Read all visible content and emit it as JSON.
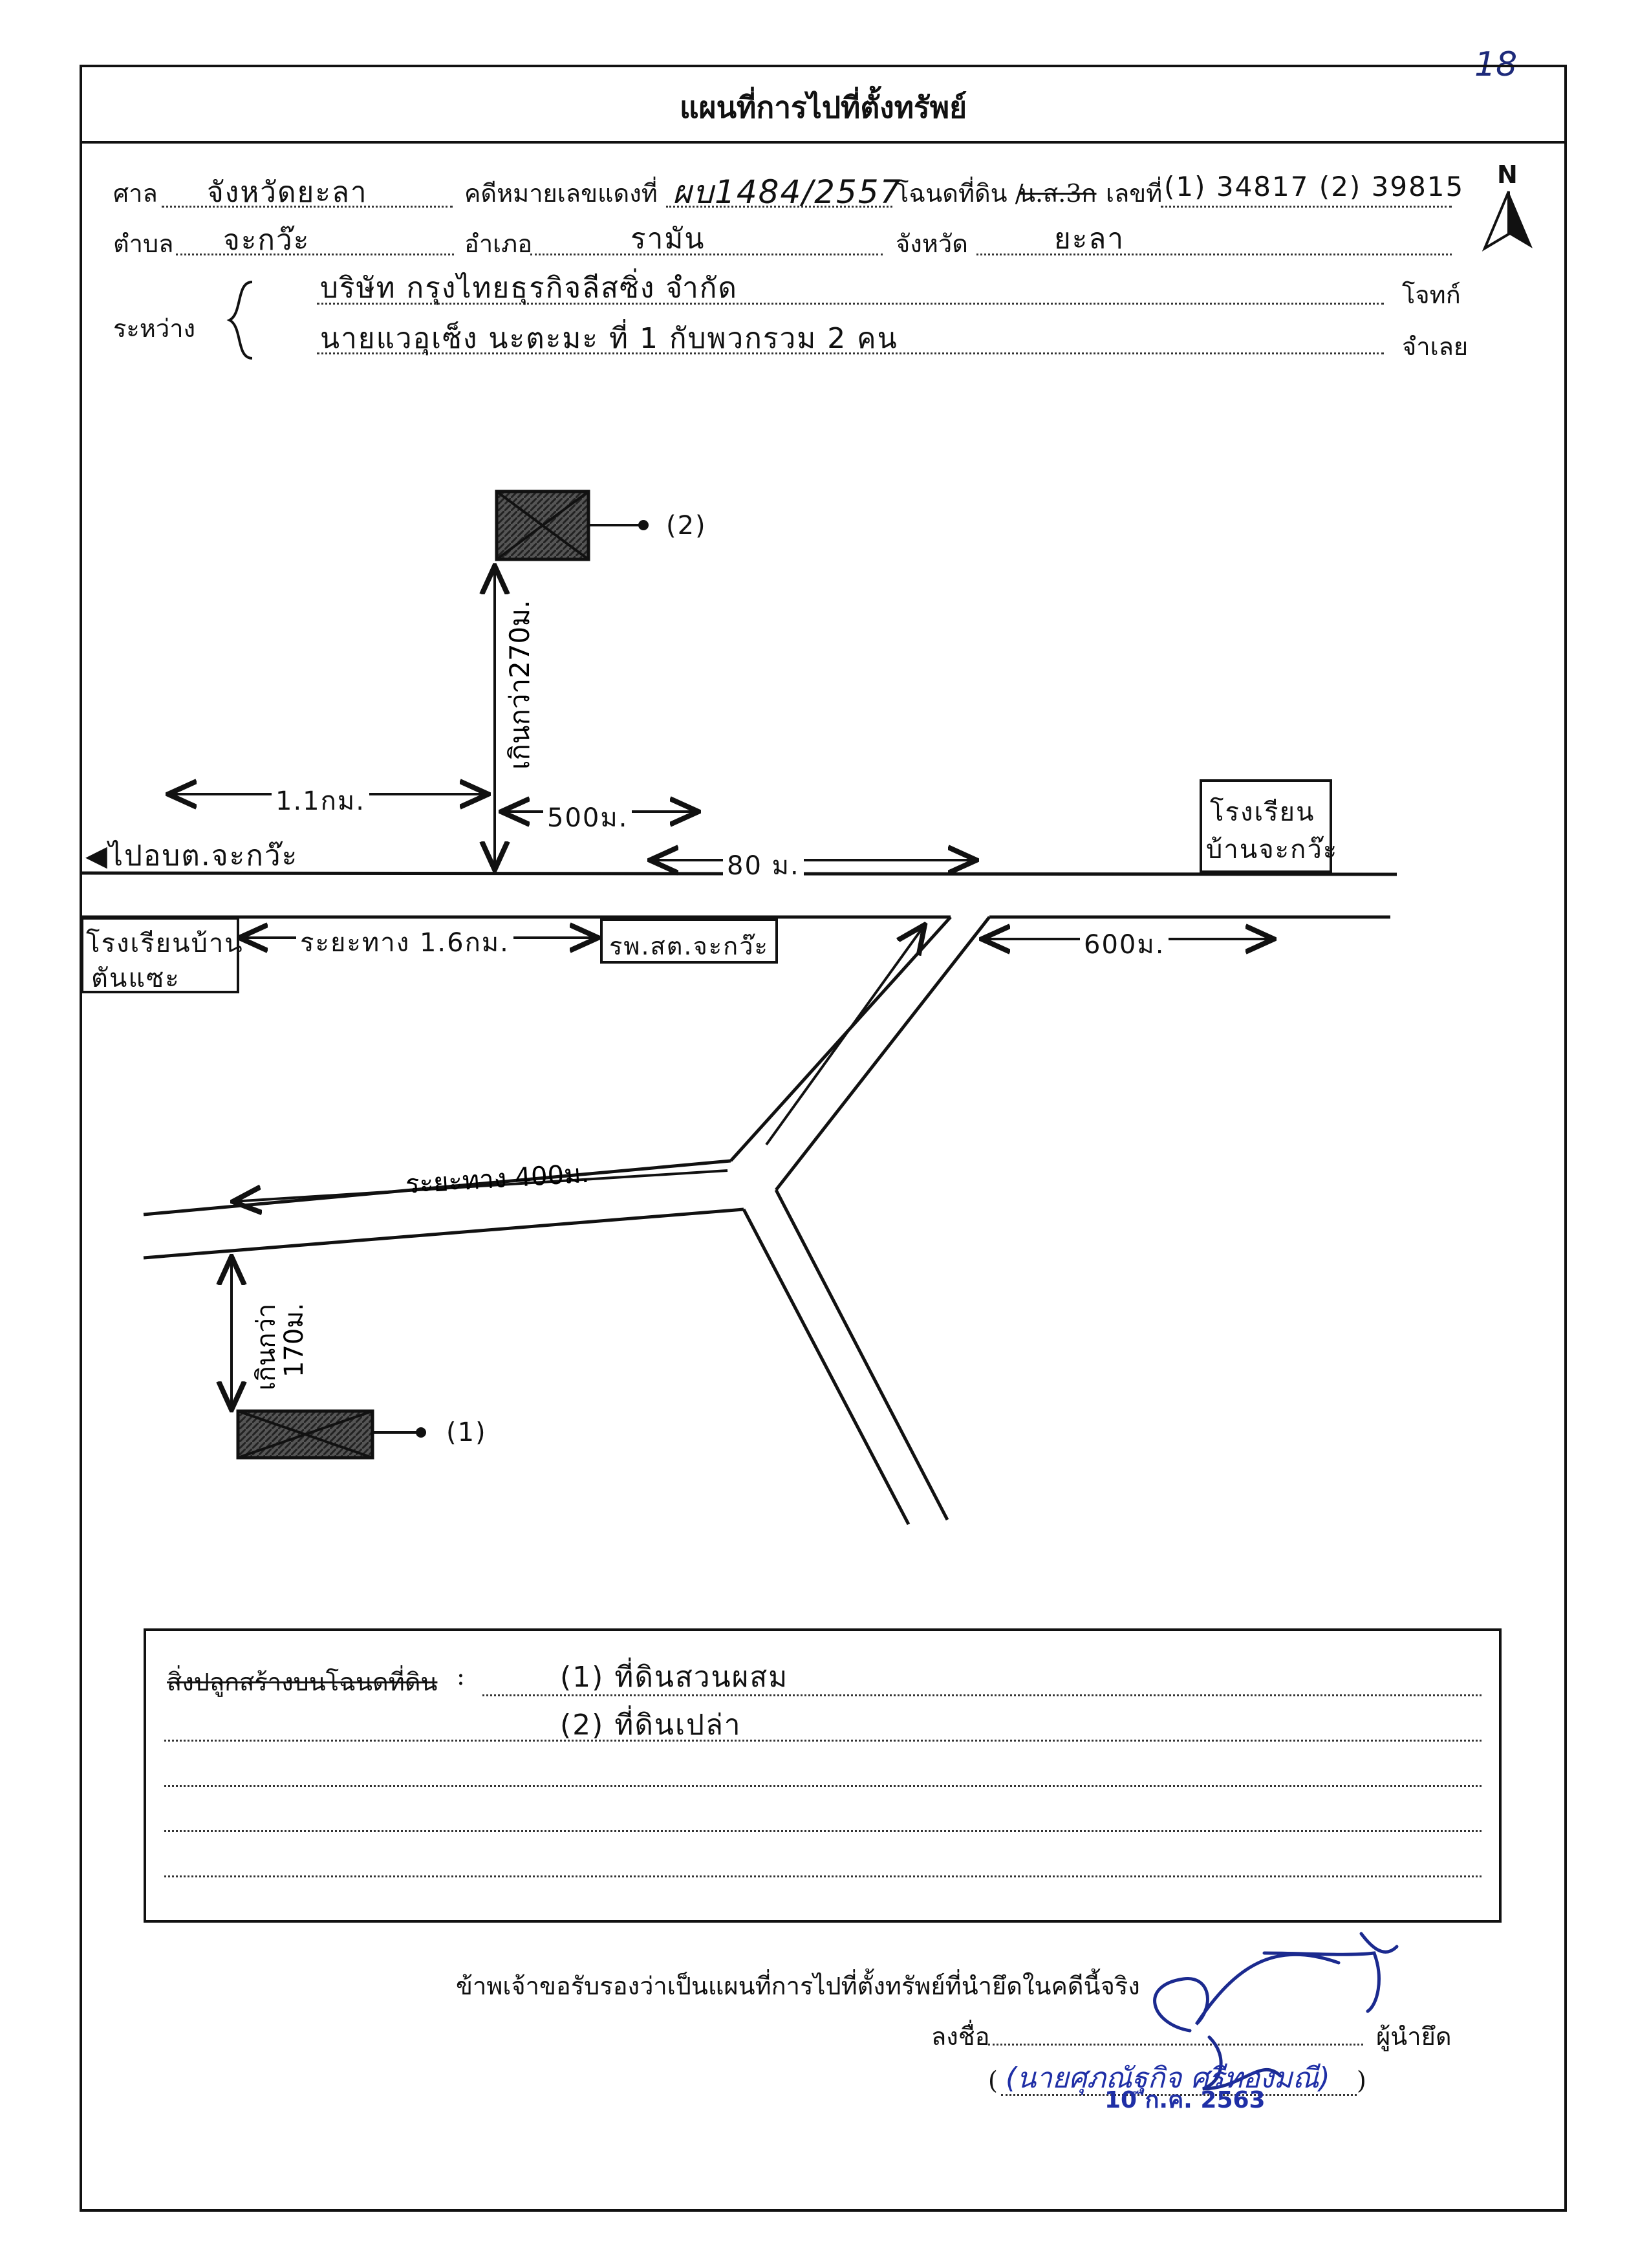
{
  "page_number": "18",
  "title": "แผนที่การไปที่ตั้งทรัพย์",
  "north_label": "N",
  "header": {
    "court_label": "ศาล",
    "court_value": "จังหวัดยะลา",
    "case_label": "คดีหมายเลขแดงที่",
    "case_value": "ผบ1484/2557",
    "deed_label": "โฉนดที่ดิน /",
    "deed_struck": "น.ส.3ก",
    "deed_no_label": "เลขที่",
    "deed_value": "(1) 34817 (2) 39815",
    "subdistrict_label": "ตำบล",
    "subdistrict_value": "จะกว๊ะ",
    "district_label": "อำเภอ",
    "district_value": "รามัน",
    "province_label": "จังหวัด",
    "province_value": "ยะลา",
    "between_label": "ระหว่าง",
    "plaintiff_value": "บริษัท กรุงไทยธุรกิจลีสซิ่ง จำกัด",
    "plaintiff_label": "โจทก์",
    "defendant_value": "นายแวอุเซ็ง นะตะมะ ที่ 1 กับพวกรวม 2 คน",
    "defendant_label": "จำเลย"
  },
  "map": {
    "plot2_label": "(2)",
    "plot1_label": "(1)",
    "dist_north": "เกินกว่า270ม.",
    "dist_1_1km": "1.1กม.",
    "dist_500m": "500ม.",
    "dist_80m": "80 ม.",
    "to_obt": "◀ไปอบต.จะกว๊ะ",
    "school_right_l1": "โรงเรียน",
    "school_right_l2": "บ้านจะกว๊ะ",
    "school_left_l1": "โรงเรียนบ้าน",
    "school_left_l2": "ตันแซะ",
    "dist_1_6km": "ระยะทาง 1.6กม.",
    "hospital": "รพ.สต.จะกว๊ะ",
    "dist_600m": "600ม.",
    "dist_400m": "ระยะทาง 400ม.",
    "dist_170m_l1": "เกินกว่า",
    "dist_170m_l2": "170ม."
  },
  "buildings": {
    "label_struck": "สิ่งปลูกสร้างบนโฉนดที่ดิน",
    "colon": ":",
    "item1": "(1)  ที่ดินสวนผสม",
    "item2": "(2)  ที่ดินเปล่า"
  },
  "certify": {
    "statement": "ข้าพเจ้าขอรับรองว่าเป็นแผนที่การไปที่ตั้งทรัพย์ที่นำยึดในคดีนี้จริง",
    "sign_label": "ลงชื่อ",
    "seizer_label": "ผู้นำยึด",
    "open_paren": "(",
    "close_paren": ")",
    "signer_name": "(นายศุภณัฐกิจ ศรีทองมณี)",
    "stamp_date": "10 ก.ค. 2563"
  }
}
